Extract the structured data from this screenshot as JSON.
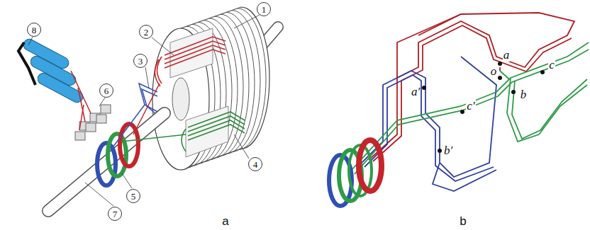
{
  "diagram": {
    "labels": [
      "1",
      "2",
      "3",
      "4",
      "5",
      "6",
      "7",
      "8",
      "a",
      "b",
      "a",
      "a′",
      "o",
      "c",
      "c′",
      "b",
      "b′"
    ]
  }
}
